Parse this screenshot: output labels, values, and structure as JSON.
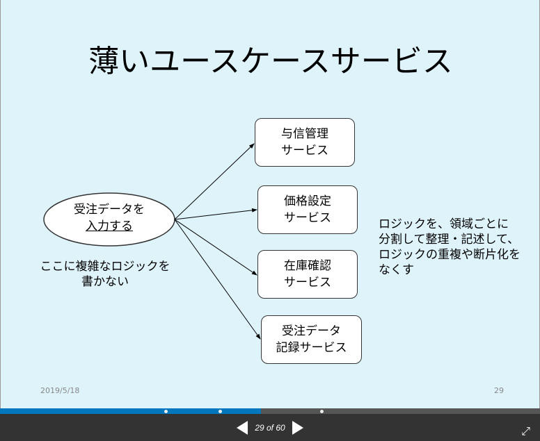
{
  "slide": {
    "title": "薄いユースケースサービス",
    "use_case": {
      "line1": "受注データを",
      "line2": "入力する"
    },
    "services": [
      {
        "line1": "与信管理",
        "line2": "サービス"
      },
      {
        "line1": "価格設定",
        "line2": "サービス"
      },
      {
        "line1": "在庫確認",
        "line2": "サービス"
      },
      {
        "line1": "受注データ",
        "line2": "記録サービス"
      }
    ],
    "left_note": {
      "line1": "ここに複雑なロジックを",
      "line2": "書かない"
    },
    "right_note": {
      "line1": "ロジックを、領域ごとに",
      "line2": "分割して整理・記述して、",
      "line3": "ロジックの重複や断片化を",
      "line4": "なくす"
    },
    "date": "2019/5/18",
    "page_number": "29"
  },
  "viewer": {
    "counter": "29 of 60",
    "current": 29,
    "total": 60,
    "progress_percent": 48.3,
    "accent": "#0277bd"
  }
}
